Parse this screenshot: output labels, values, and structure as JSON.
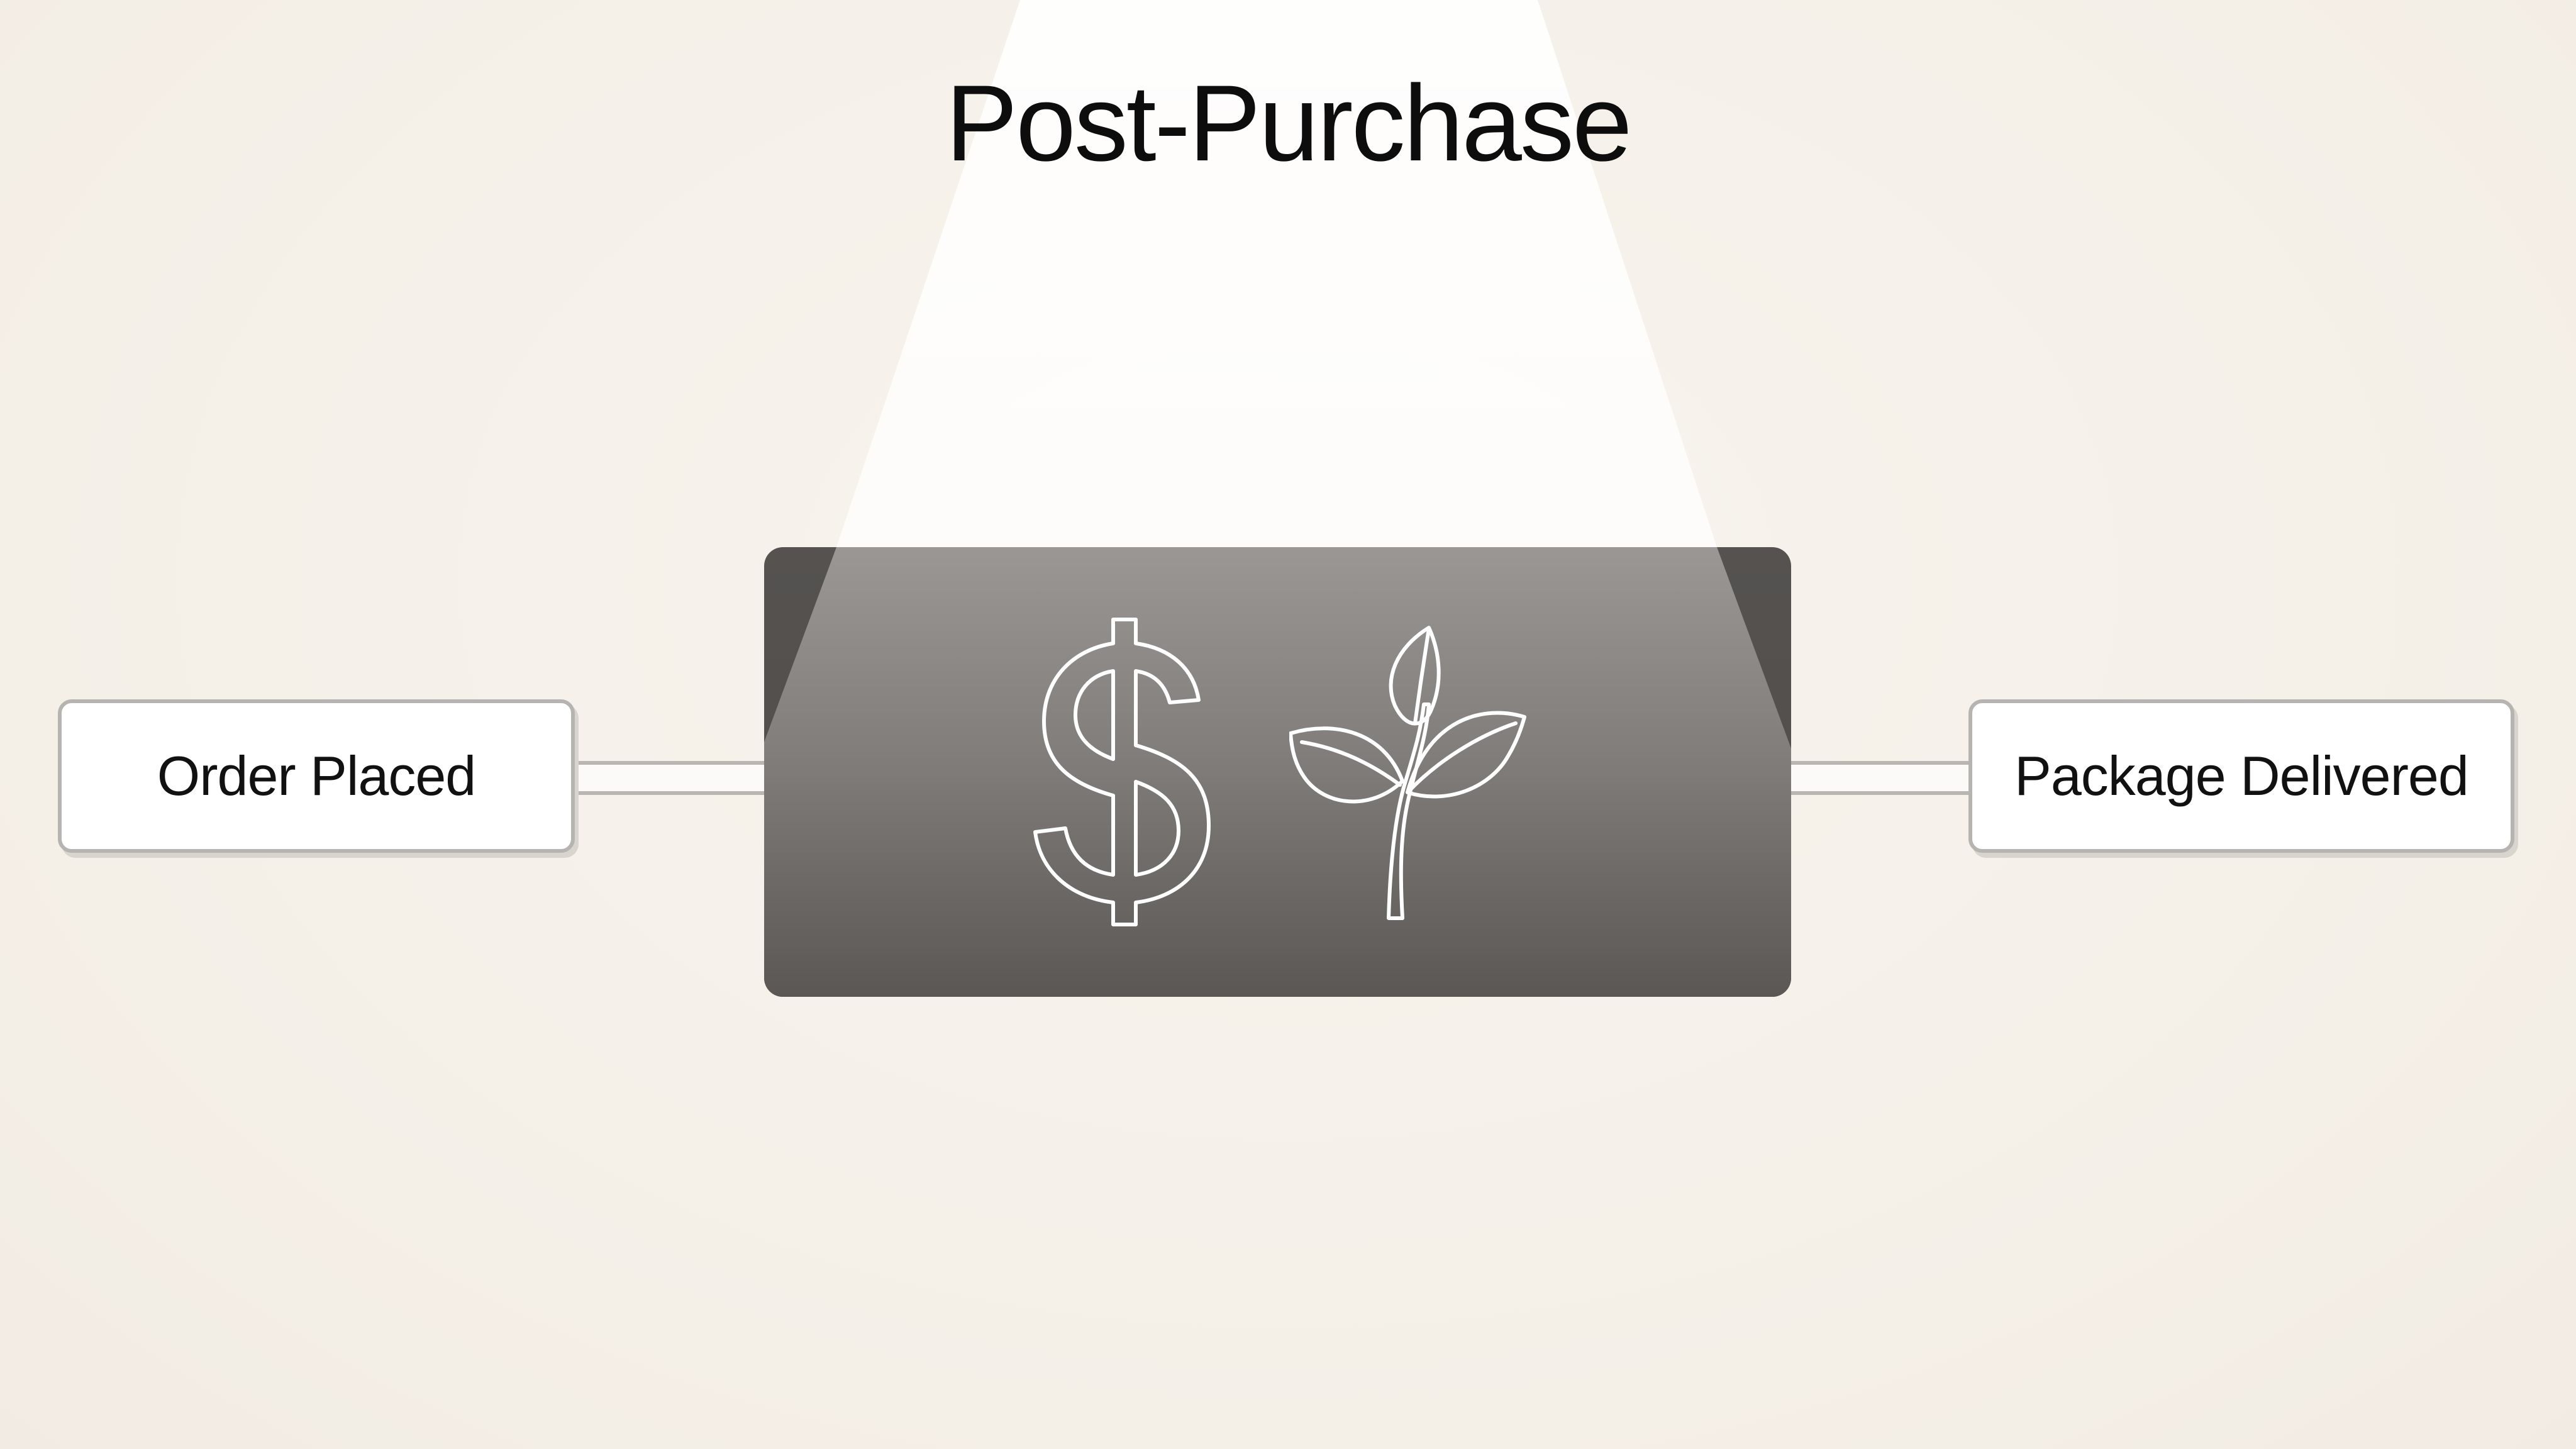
{
  "diagram": {
    "title": "Post-Purchase",
    "start_event": {
      "label": "Order Placed"
    },
    "end_event": {
      "label": "Package Delivered"
    },
    "center_stage": {
      "icons": [
        "dollar-sign-icon",
        "sprout-icon"
      ]
    }
  },
  "colors": {
    "background": "#f6f1ea",
    "center_box": "#555250",
    "event_border": "#b6b4b1",
    "title_text": "#0d0d0d"
  }
}
